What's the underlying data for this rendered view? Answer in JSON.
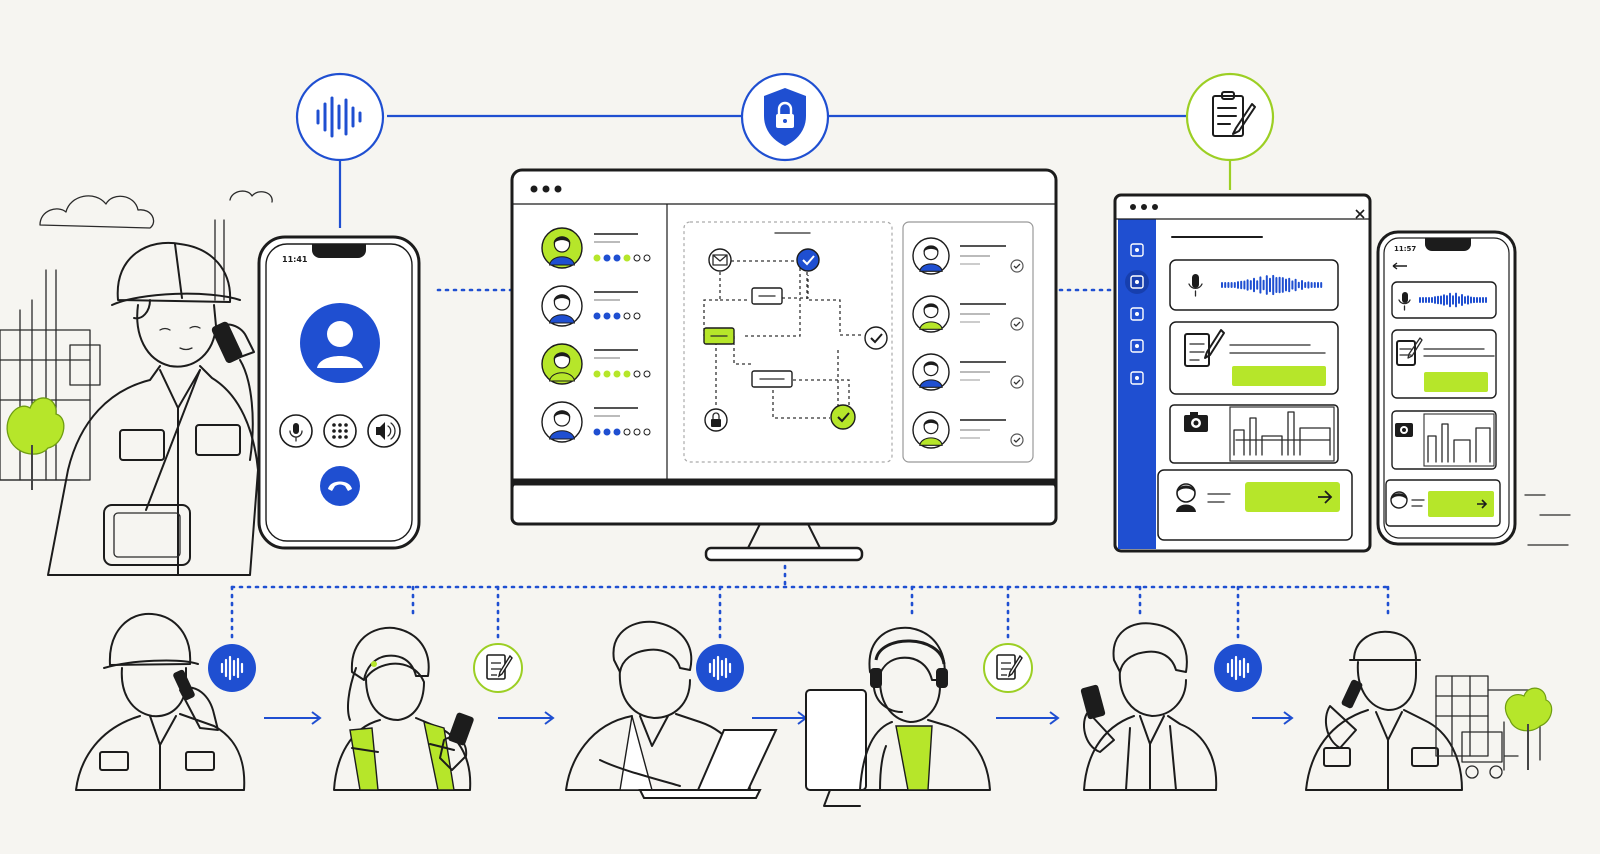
{
  "colors": {
    "blue": "#1f4fd1",
    "lime": "#b6e62a",
    "ink": "#1c1c1c",
    "paper": "#f6f5f1"
  },
  "phone": {
    "status_time": "11:41"
  },
  "tablet_phone": {
    "status_time": "11:57"
  },
  "icons": {
    "top": [
      "voice-wave-icon",
      "security-shield-lock-icon",
      "document-edit-icon"
    ],
    "phone_controls": [
      "microphone-icon",
      "keypad-icon",
      "speaker-icon",
      "end-call-icon"
    ],
    "workflow_nodes": [
      "email-icon",
      "check-icon",
      "lock-icon"
    ],
    "tablet_sidebar": [
      "nav-icon-1",
      "nav-icon-2",
      "nav-icon-3",
      "nav-icon-4",
      "nav-icon-5"
    ],
    "bottom_flow": [
      "voice-wave-icon",
      "document-edit-icon",
      "voice-wave-icon",
      "document-edit-icon",
      "voice-wave-icon"
    ]
  },
  "people_bottom": [
    "worker-on-phone",
    "worker-with-vest",
    "office-worker-laptop",
    "operator-headset",
    "worker-with-smartphone",
    "worker-with-cap"
  ]
}
